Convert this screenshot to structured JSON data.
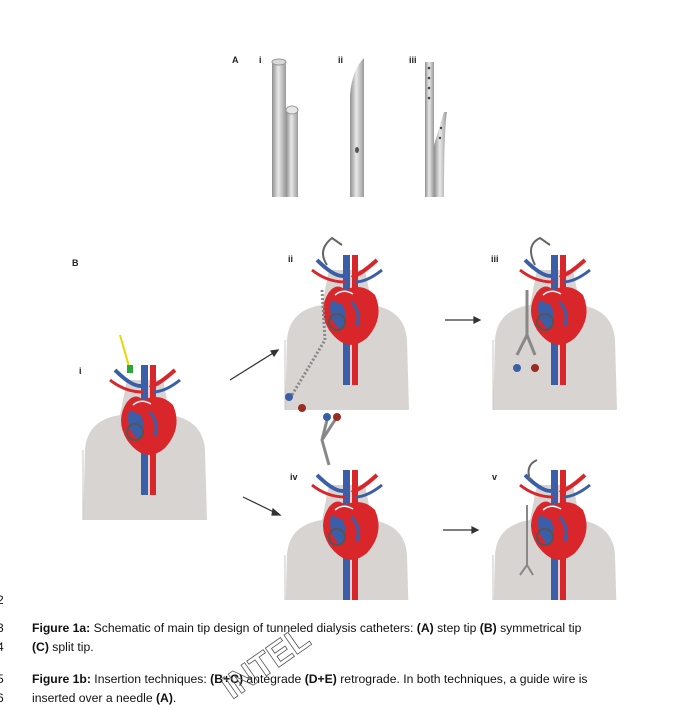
{
  "figure": {
    "panel_A": "A",
    "panel_B": "B",
    "sub_i": "i",
    "sub_ii": "ii",
    "sub_iii": "iii",
    "sub_iv": "iv",
    "sub_v": "v"
  },
  "line_numbers": [
    "2",
    "3",
    "4",
    "5",
    "6"
  ],
  "caption_1a": {
    "label": "Figure 1a:",
    "text_start": " Schematic of main tip design of tunneled dialysis catheters: ",
    "a": "(A)",
    "a_text": " step tip ",
    "b": "(B)",
    "b_text": " symmetrical tip",
    "c": "(C)",
    "c_text": " split tip."
  },
  "caption_1b": {
    "label": "Figure 1b:",
    "text_start": " Insertion techniques: ",
    "bc": "(B+C)",
    "bc_text": " antegrade ",
    "de": "(D+E)",
    "de_text": " retrograde. In both techniques, a guide wire is",
    "line2_start": "inserted over a needle ",
    "a": "(A)",
    "line2_end": "."
  },
  "watermark": "INTEL",
  "colors": {
    "skin": "#d6d2cf",
    "artery": "#d9262b",
    "vein": "#3a5fa8",
    "catheter_gray": "#b8b8b8"
  }
}
